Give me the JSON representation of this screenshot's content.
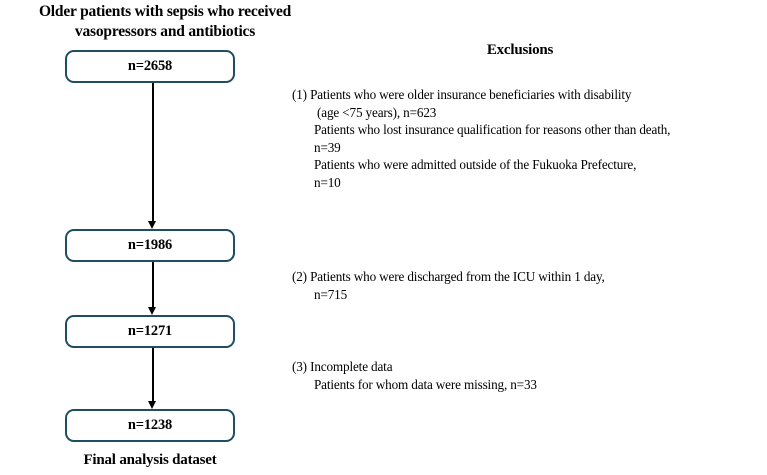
{
  "flow": {
    "title_line1": "Older patients with sepsis who received",
    "title_line2": "vasopressors and antibiotics",
    "final_label": "Final analysis dataset",
    "nodes": [
      {
        "id": "box1",
        "label": "n=2658"
      },
      {
        "id": "box2",
        "label": "n=1986"
      },
      {
        "id": "box3",
        "label": "n=1271"
      },
      {
        "id": "box4",
        "label": "n=1238"
      }
    ],
    "box_border_color": "#1f4e62",
    "arrow_color": "#000000"
  },
  "exclusions": {
    "heading": "Exclusions",
    "items": [
      {
        "number": "(1)",
        "lines": [
          "(1) Patients who were older insurance beneficiaries with disability",
          "(age <75 years), n=623",
          "Patients who lost insurance qualification for reasons other than death,",
          "n=39",
          "Patients who were admitted outside of the Fukuoka Prefecture,",
          "n=10"
        ]
      },
      {
        "number": "(2)",
        "lines": [
          "(2) Patients who were discharged from the ICU within 1 day,",
          "n=715"
        ]
      },
      {
        "number": "(3)",
        "lines": [
          "(3) Incomplete data",
          "Patients for whom data were missing, n=33"
        ]
      }
    ]
  },
  "chart_data": {
    "type": "diagram",
    "title": "Older patients with sepsis who received vasopressors and antibiotics",
    "diagram_kind": "patient-flow-consort",
    "stages": [
      {
        "label": "n=2658",
        "value": 2658
      },
      {
        "label": "n=1986",
        "value": 1986
      },
      {
        "label": "n=1271",
        "value": 1271
      },
      {
        "label": "n=1238",
        "value": 1238
      }
    ],
    "exclusion_counts": [
      {
        "step": 1,
        "reason": "Older insurance beneficiaries with disability (age <75 years)",
        "n": 623
      },
      {
        "step": 1,
        "reason": "Lost insurance qualification for reasons other than death",
        "n": 39
      },
      {
        "step": 1,
        "reason": "Admitted outside of the Fukuoka Prefecture",
        "n": 10
      },
      {
        "step": 2,
        "reason": "Discharged from the ICU within 1 day",
        "n": 715
      },
      {
        "step": 3,
        "reason": "Incomplete data: data were missing",
        "n": 33
      }
    ],
    "final": {
      "label": "Final analysis dataset",
      "n": 1238
    }
  }
}
